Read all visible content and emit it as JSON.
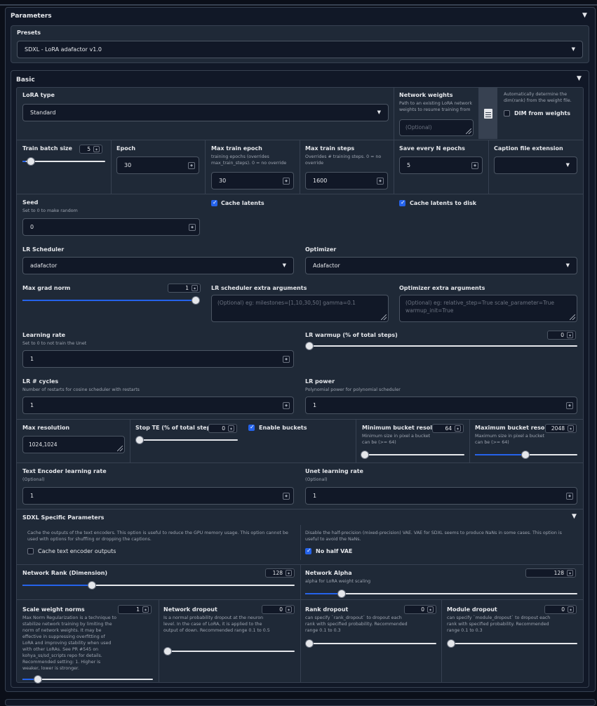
{
  "parameters": {
    "title": "Parameters",
    "arrow": "▼"
  },
  "presets": {
    "title": "Presets",
    "value": "SDXL - LoRA adafactor v1.0"
  },
  "basic": {
    "title": "Basic",
    "arrow": "▼"
  },
  "lora_type": {
    "label": "LoRA type",
    "value": "Standard"
  },
  "network_weights": {
    "label": "Network weights",
    "info": "Path to an existing LoRA network weights to resume training from",
    "placeholder": "(Optional)"
  },
  "dim_from_weights": {
    "info": "Automatically determine the dim(rank) from the weight file.",
    "label": "DIM from weights",
    "checked": false
  },
  "train_batch_size": {
    "label": "Train batch size",
    "value": "5",
    "fraction": 0.04
  },
  "epoch": {
    "label": "Epoch",
    "value": "30"
  },
  "max_train_epoch": {
    "label": "Max train epoch",
    "info": "training epochs (overrides max_train_steps). 0 = no override",
    "value": "30"
  },
  "max_train_steps": {
    "label": "Max train steps",
    "info": "Overrides # training steps. 0 = no override",
    "value": "1600"
  },
  "save_every_n_epochs": {
    "label": "Save every N epochs",
    "value": "5"
  },
  "caption_ext": {
    "label": "Caption file extension",
    "value": ""
  },
  "seed": {
    "label": "Seed",
    "info": "Set to 0 to make random",
    "value": "0"
  },
  "cache_latents": {
    "label": "Cache latents",
    "checked": true
  },
  "cache_latents_disk": {
    "label": "Cache latents to disk",
    "checked": true
  },
  "lr_scheduler": {
    "label": "LR Scheduler",
    "value": "adafactor"
  },
  "optimizer": {
    "label": "Optimizer",
    "value": "Adafactor"
  },
  "max_grad_norm": {
    "label": "Max grad norm",
    "value": "1",
    "fraction": 1.0
  },
  "lr_sched_args": {
    "label": "LR scheduler extra arguments",
    "placeholder": "(Optional) eg: milestones=[1,10,30,50] gamma=0.1"
  },
  "optimizer_args": {
    "label": "Optimizer extra arguments",
    "placeholder": "(Optional) eg: relative_step=True scale_parameter=True warmup_init=True"
  },
  "learning_rate": {
    "label": "Learning rate",
    "info": "Set to 0 to not train the Unet",
    "value": "1"
  },
  "lr_warmup": {
    "label": "LR warmup (% of total steps)",
    "value": "0",
    "fraction": 0.0
  },
  "lr_cycles": {
    "label": "LR # cycles",
    "info": "Number of restarts for cosine scheduler with restarts",
    "value": "1"
  },
  "lr_power": {
    "label": "LR power",
    "info": "Polynomial power for polynomial scheduler",
    "value": "1"
  },
  "max_resolution": {
    "label": "Max resolution",
    "value": "1024,1024"
  },
  "stop_te": {
    "label": "Stop TE (% of total steps)",
    "value": "0",
    "fraction": 0.0
  },
  "enable_buckets": {
    "label": "Enable buckets",
    "checked": true
  },
  "min_bucket": {
    "label": "Minimum bucket resolution",
    "info": "Minimum size in pixel a bucket can be (>= 64)",
    "value": "64",
    "fraction": 0.0
  },
  "max_bucket": {
    "label": "Maximum bucket resolution",
    "info": "Maximum size in pixel a bucket can be (>= 64)",
    "value": "2048",
    "fraction": 0.5
  },
  "te_lr": {
    "label": "Text Encoder learning rate",
    "info": "(Optional)",
    "value": "1"
  },
  "unet_lr": {
    "label": "Unet learning rate",
    "info": "(Optional)",
    "value": "1"
  },
  "sdxl": {
    "title": "SDXL Specific Parameters",
    "arrow": "▼"
  },
  "cache_te_outputs": {
    "info": "Cache the outputs of the text encoders. This option is useful to reduce the GPU memory usage. This option cannot be used with options for shuffling or dropping the captions.",
    "label": "Cache text encoder outputs",
    "checked": false
  },
  "no_half_vae": {
    "info": "Disable the half-precision (mixed-precision) VAE. VAE for SDXL seems to produce NaNs in some cases. This option is useful to avoid the NaNs.",
    "label": "No half VAE",
    "checked": true
  },
  "network_rank": {
    "label": "Network Rank (Dimension)",
    "value": "128",
    "fraction": 0.25
  },
  "network_alpha": {
    "label": "Network Alpha",
    "info": "alpha for LoRA weight scaling",
    "value": "128",
    "fraction": 0.125
  },
  "scale_weight_norms": {
    "label": "Scale weight norms",
    "info": "Max Norm Regularization is a technique to stabilize network training by limiting the norm of network weights. It may be effective in suppressing overfitting of LoRA and improving stability when used with other LoRAs. See PR #545 on kohya_ss/sd_scripts repo for details. Recommended setting: 1. Higher is weaker, lower is stronger.",
    "value": "1",
    "fraction": 0.1
  },
  "network_dropout": {
    "label": "Network dropout",
    "info": "Is a normal probability dropout at the neuron level. In the case of LoRA, it is applied to the output of down. Recommended range 0.1 to 0.5",
    "value": "0",
    "fraction": 0.0
  },
  "rank_dropout": {
    "label": "Rank dropout",
    "info": "can specify `rank_dropout` to dropout each rank with specified probability. Recommended range 0.1 to 0.3",
    "value": "0",
    "fraction": 0.0
  },
  "module_dropout": {
    "label": "Module dropout",
    "info": "can specify `module_dropout` to dropout each rank with specified probability. Recommended range 0.1 to 0.3",
    "value": "0",
    "fraction": 0.0
  },
  "icons": {
    "dropdown": "chevron-down-icon",
    "spinner": "spinner-icon",
    "file": "file-icon",
    "resize": "resize-grip-icon"
  },
  "colors": {
    "accent": "#2563eb",
    "panel": "#111827",
    "block": "#1f2937",
    "border": "#374151"
  }
}
